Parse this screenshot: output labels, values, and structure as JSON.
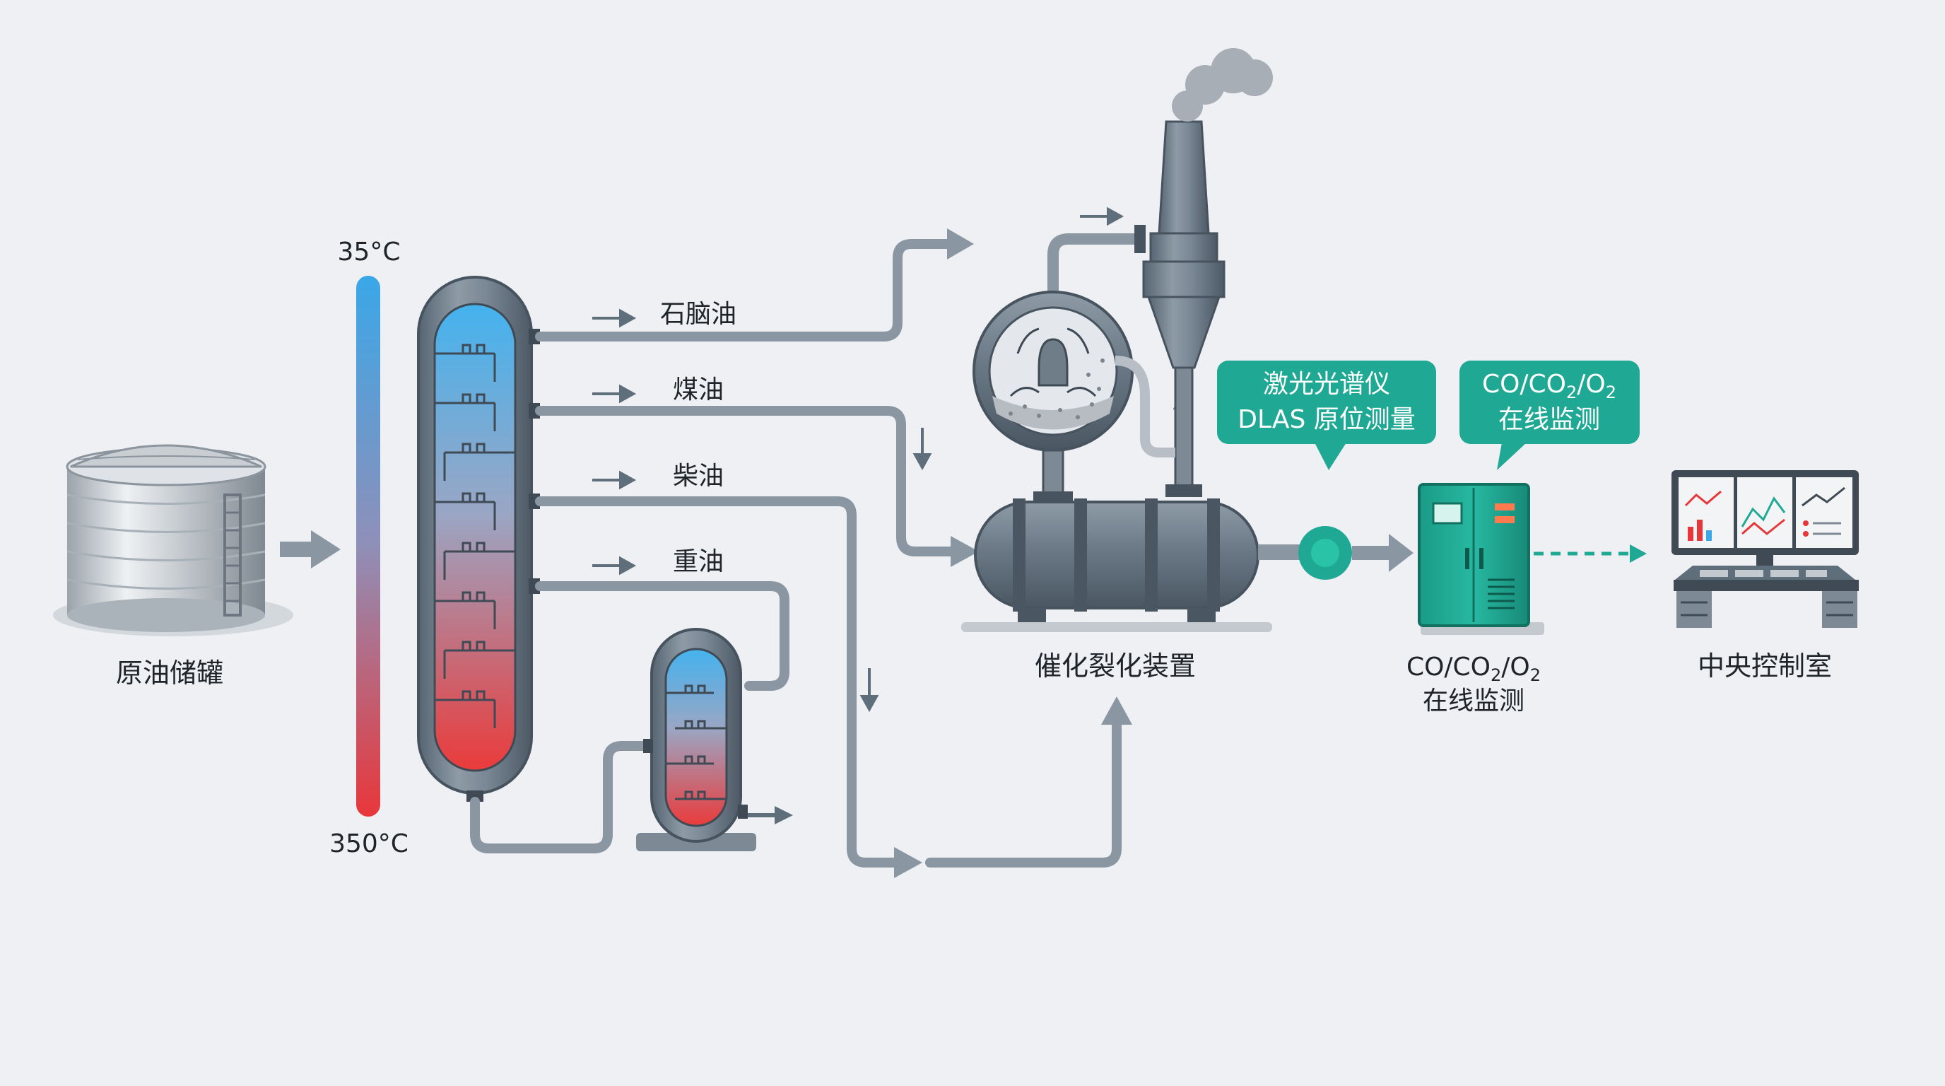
{
  "temperature": {
    "top": "35°C",
    "bottom": "350°C"
  },
  "tank": {
    "label": "原油储罐"
  },
  "products": {
    "naphtha": "石脑油",
    "kerosene": "煤油",
    "diesel": "柴油",
    "heavy": "重油"
  },
  "fcc": {
    "label": "催化裂化装置"
  },
  "callout_dlas": {
    "line1": "激光光谱仪",
    "line2": "DLAS 原位测量"
  },
  "callout_monitor": {
    "co": "CO/CO",
    "sub2": "2",
    "o": "/O",
    "sub3": "2",
    "line2": "在线监测"
  },
  "analyzer": {
    "co": "CO/CO",
    "sub2": "2",
    "o": "/O",
    "sub3": "2",
    "line2": "在线监测"
  },
  "control": {
    "label": "中央控制室"
  },
  "colors": {
    "accent": "#1fa893",
    "pipe": "#8a97a3",
    "steel": "#5f6e7b",
    "hot": "#e8373a",
    "cold": "#3aa7e8"
  },
  "icons": {
    "smoke": "smoke-icon",
    "monitor": "chart-monitor-icon"
  }
}
